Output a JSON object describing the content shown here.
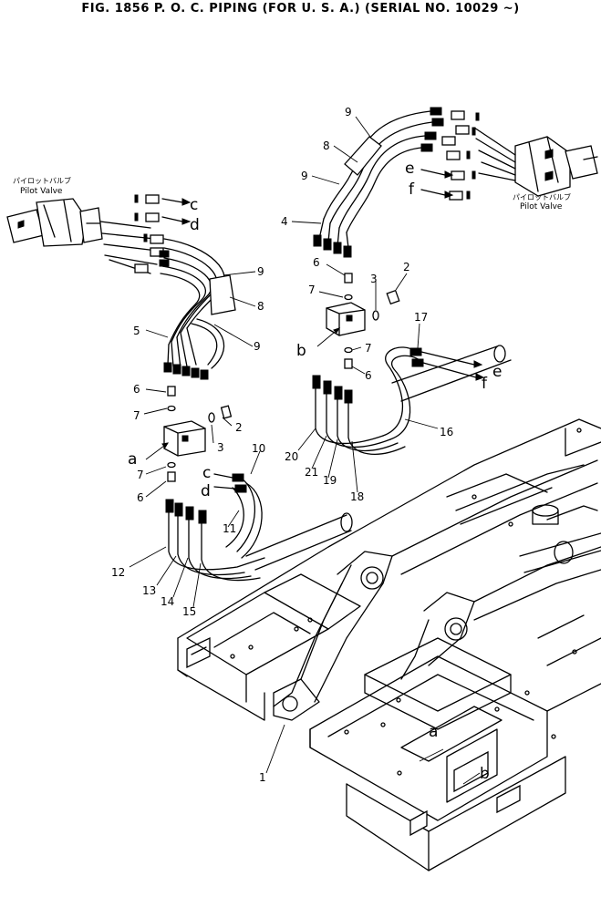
{
  "title": "FIG. 1856   P. O. C. PIPING (FOR U. S. A.) (SERIAL NO. 10029 ~)",
  "pilot_valve_left": {
    "jp": "パイロットバルブ",
    "en": "Pilot Valve"
  },
  "pilot_valve_right": {
    "jp": "パイロットバルブ",
    "en": "Pilot Valve"
  },
  "callouts": {
    "n1": "1",
    "n2a": "2",
    "n2b": "2",
    "n3a": "3",
    "n3b": "3",
    "n4": "4",
    "n5": "5",
    "n6a": "6",
    "n6b": "6",
    "n6c": "6",
    "n6d": "6",
    "n7a": "7",
    "n7b": "7",
    "n7c": "7",
    "n7d": "7",
    "n8a": "8",
    "n8b": "8",
    "n9a": "9",
    "n9b": "9",
    "n9c": "9",
    "n9d": "9",
    "n10": "10",
    "n11": "11",
    "n12": "12",
    "n13": "13",
    "n14": "14",
    "n15": "15",
    "n16": "16",
    "n17": "17",
    "n18": "18",
    "n19": "19",
    "n20": "20",
    "n21": "21"
  },
  "letters": {
    "c1": "c",
    "d1": "d",
    "c2": "c",
    "d2": "d",
    "e1": "e",
    "f1": "f",
    "e2": "e",
    "f2": "f",
    "a1": "a",
    "b1": "b",
    "a2": "a",
    "b2": "b"
  }
}
